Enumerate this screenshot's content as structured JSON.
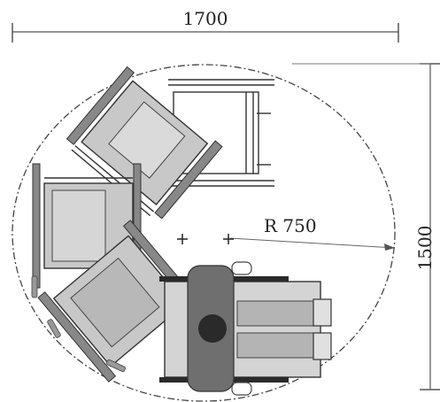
{
  "diagram": {
    "labels": {
      "width_dimension": "1700",
      "height_dimension": "1500",
      "radius_label": "R 750"
    },
    "colors": {
      "line": "#222222",
      "seat_fill": "#c8c8c8",
      "wheel_fill": "#888888",
      "person_fill": "#6f6f6f",
      "legs_fill": "#b4b4b4",
      "head_fill": "#2a2a2a"
    }
  }
}
